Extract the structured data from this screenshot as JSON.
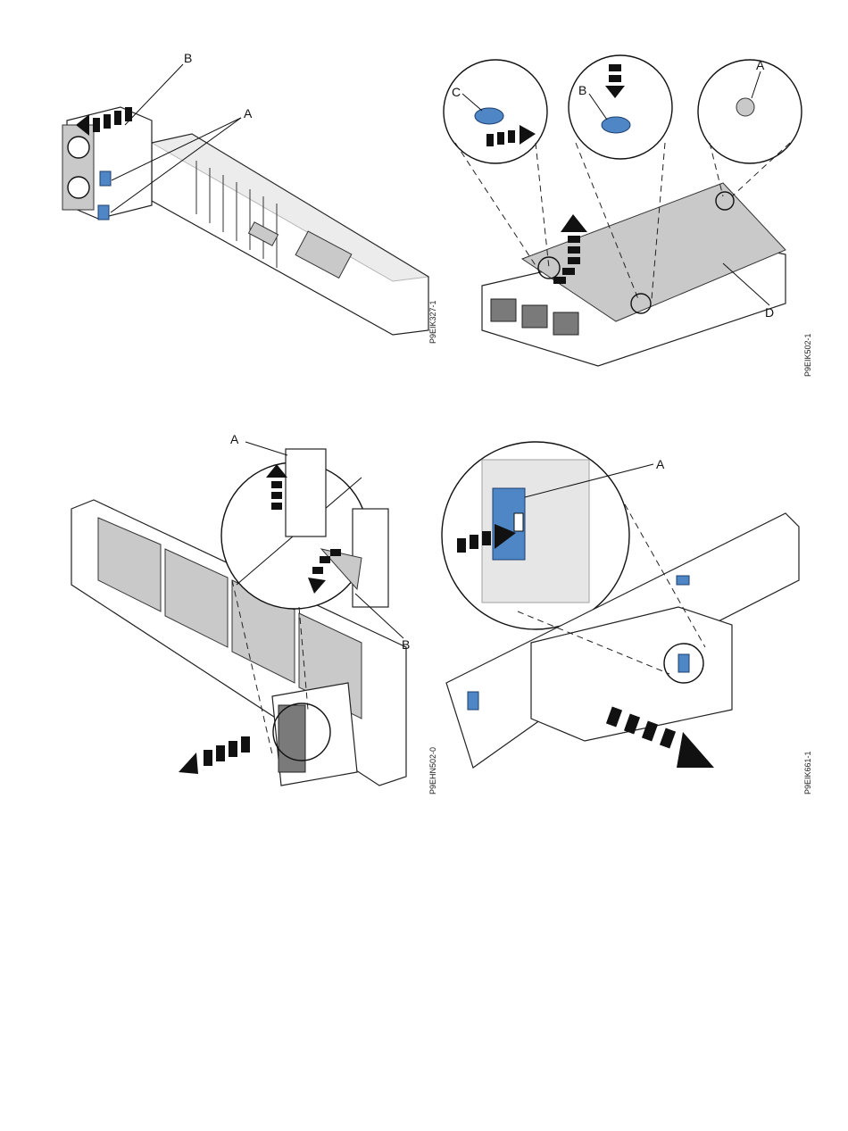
{
  "colors": {
    "accent_blue": "#4f86c6",
    "cover_grey": "#c9c9c9",
    "outline": "#111111"
  },
  "panels": {
    "top_left": {
      "callouts": [
        "B",
        "A"
      ],
      "figure_id": "P9EIK327-1"
    },
    "top_right": {
      "callouts": [
        "C",
        "B",
        "A",
        "D"
      ],
      "figure_id": "P9EIK502-1"
    },
    "bottom_left": {
      "callouts": [
        "A",
        "B"
      ],
      "figure_id": "P9EHN502-0"
    },
    "bottom_right": {
      "callouts": [
        "A"
      ],
      "figure_id": "P9EIK661-1"
    }
  }
}
